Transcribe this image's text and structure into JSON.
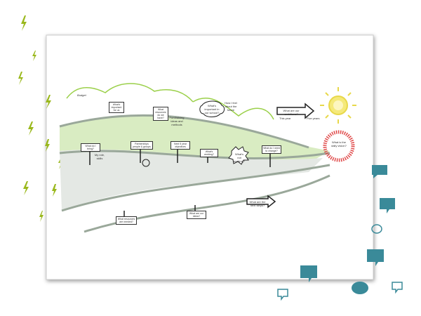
{
  "labels": {
    "budget": "Budget",
    "important": "What's important for us",
    "resources": "What resources do we have?",
    "fundraising": "Fundraising ideas and methods",
    "cloud": "What's important in our school?",
    "how_feel": "How I feel about the future",
    "ambitions": "What are our ambitions?",
    "this_year": "This year",
    "five_years": "Five years",
    "vision": "What is the daily vision?",
    "doing": "What do I bring?",
    "my_role": "My role, skills",
    "partnerships": "Partnerships people & groups",
    "objectives": "Next 5 year objectives",
    "working": "What's working?",
    "not_working": "What's not working?",
    "change": "What do I need to change?",
    "needed": "What resources are needed?",
    "ideas": "What are our ideas?",
    "next_steps": "What are the next steps?"
  },
  "colors": {
    "lightning": "#9ab81c",
    "bubble": "#3a8a99",
    "green": "#d9ecc2",
    "grey": "#e4e8e4",
    "road": "#9aa89a",
    "sun": "#e8d84a",
    "target": "#e04a4a"
  }
}
